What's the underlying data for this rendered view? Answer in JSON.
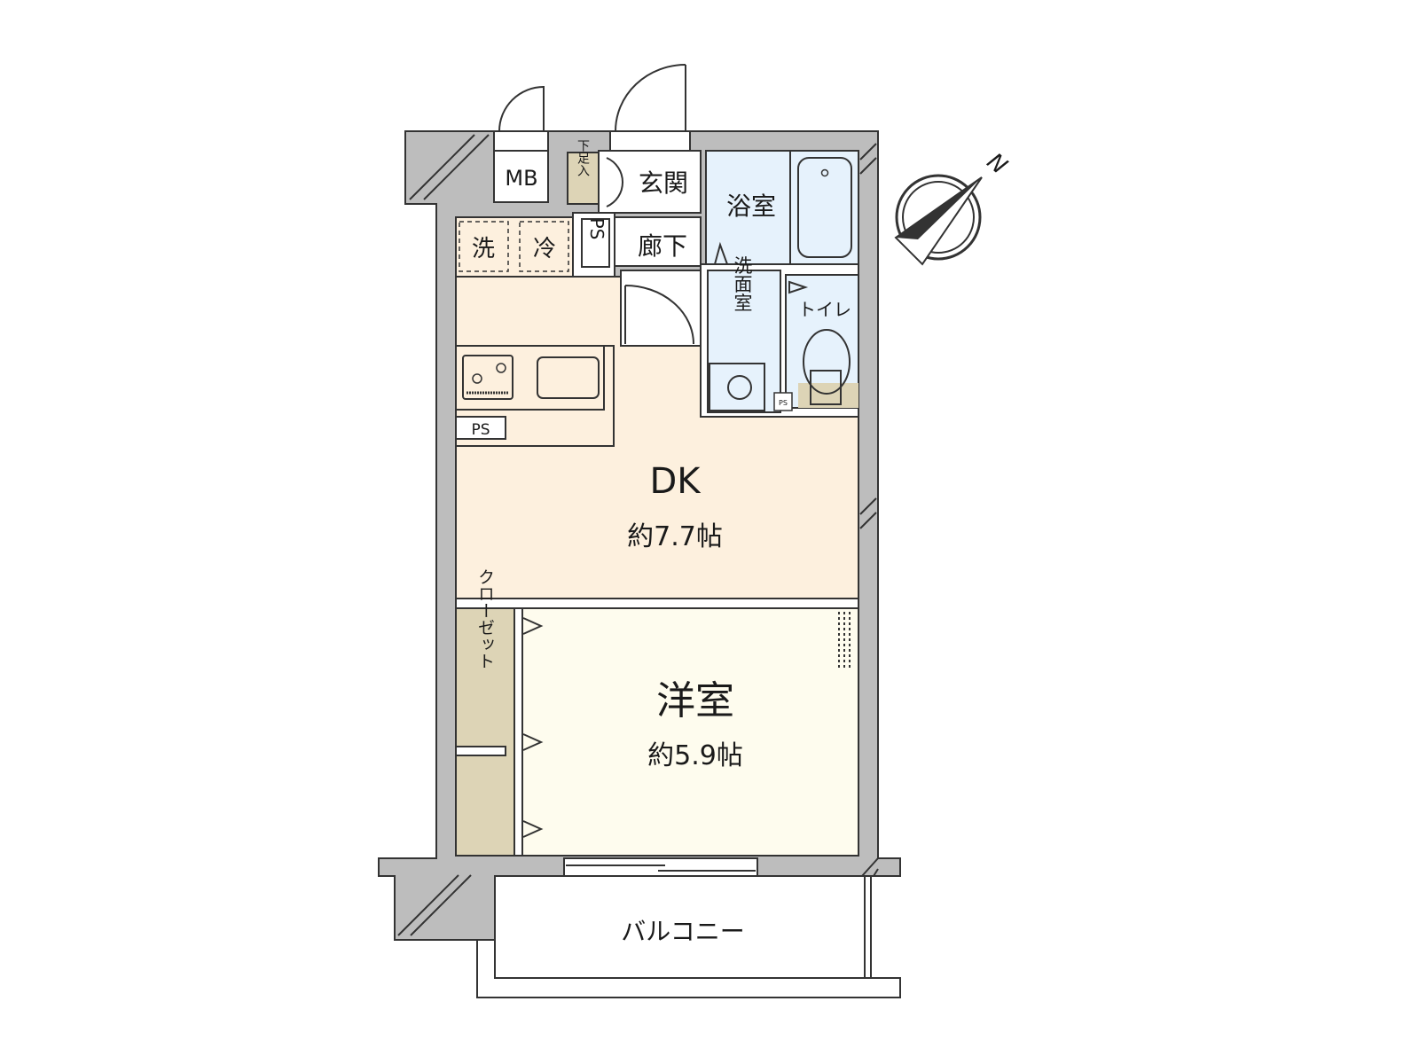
{
  "plan": {
    "colors": {
      "wall": "#bdbdbd",
      "dk_floor": "#fdf0de",
      "western_floor": "#fefcee",
      "wet_area": "#e6f2fc",
      "storage": "#ddd4b6",
      "laundry_area": "#fdf0de"
    },
    "rooms": {
      "mb": "MB",
      "shoe_storage": "下足入",
      "entrance": "玄関",
      "washer": "洗",
      "fridge": "冷",
      "ps_hall": "PS",
      "corridor": "廊下",
      "bathroom": "浴室",
      "washroom": "洗面室",
      "toilet": "トイレ",
      "ps_small": "PS",
      "ps_kitchen": "PS",
      "dk": {
        "label": "DK",
        "area": "約7.7帖"
      },
      "western": {
        "label": "洋室",
        "area": "約5.9帖"
      },
      "closet": "クローゼット",
      "balcony": "バルコニー"
    },
    "compass": {
      "label": "N",
      "icon": "north-arrow-icon"
    }
  }
}
